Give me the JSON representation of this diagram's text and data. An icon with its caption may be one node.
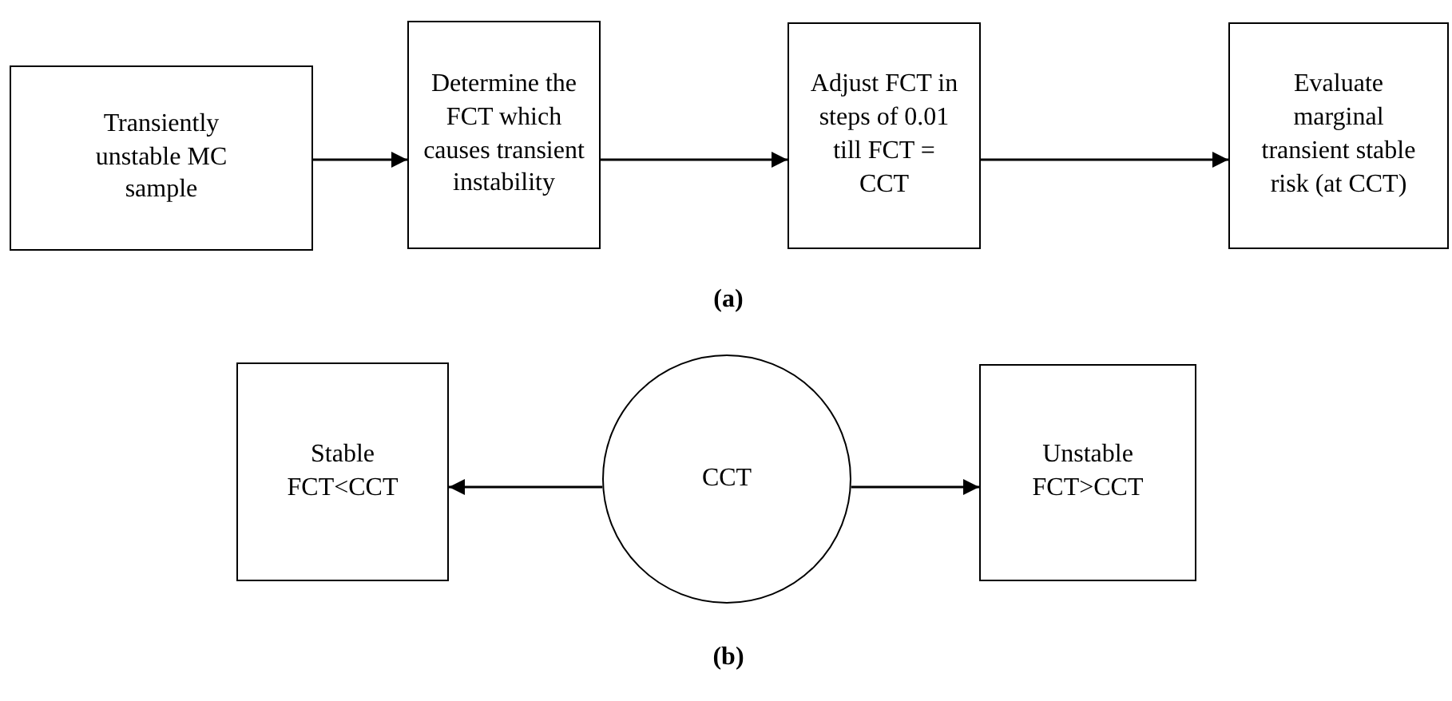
{
  "diagram": {
    "nodes": [
      {
        "text": [
          "Transiently unstable MC sample"
        ]
      },
      {
        "text": [
          "Determine the FCT which causes transient instability"
        ]
      },
      {
        "text": [
          "Adjust FCT in steps of 0.01 till FCT = CCT"
        ]
      },
      {
        "text": [
          "Evaluate marginal transient stable risk (at CCT)"
        ]
      },
      {
        "text": [
          "Stable FCT<CCT"
        ]
      },
      {
        "text": [
          "CCT"
        ]
      },
      {
        "text": [
          "Unstable FCT>CCT"
        ]
      }
    ],
    "edges": [
      {
        "from": 0,
        "to": 1,
        "arrow": "to"
      },
      {
        "from": 1,
        "to": 2,
        "arrow": "to"
      },
      {
        "from": 2,
        "to": 3,
        "arrow": "to"
      },
      {
        "from": 5,
        "to": 4,
        "arrow": "to"
      },
      {
        "from": 5,
        "to": 6,
        "arrow": "to"
      }
    ],
    "labels": [
      "(a)",
      "(b)"
    ]
  }
}
